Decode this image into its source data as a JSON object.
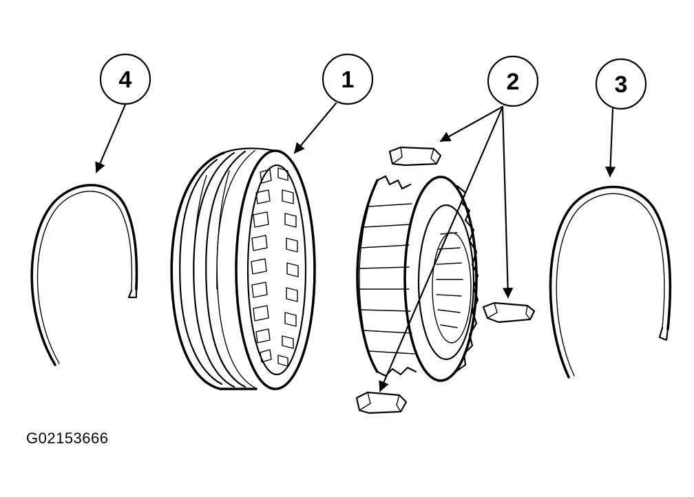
{
  "callouts": [
    {
      "id": "callout-4",
      "label": "4"
    },
    {
      "id": "callout-1",
      "label": "1"
    },
    {
      "id": "callout-2",
      "label": "2"
    },
    {
      "id": "callout-3",
      "label": "3"
    }
  ],
  "figure_id": "G02153666",
  "icons": [
    "snap-ring",
    "synchronizer-sleeve",
    "synchronizer-hub",
    "synchronizer-insert",
    "snap-ring"
  ]
}
